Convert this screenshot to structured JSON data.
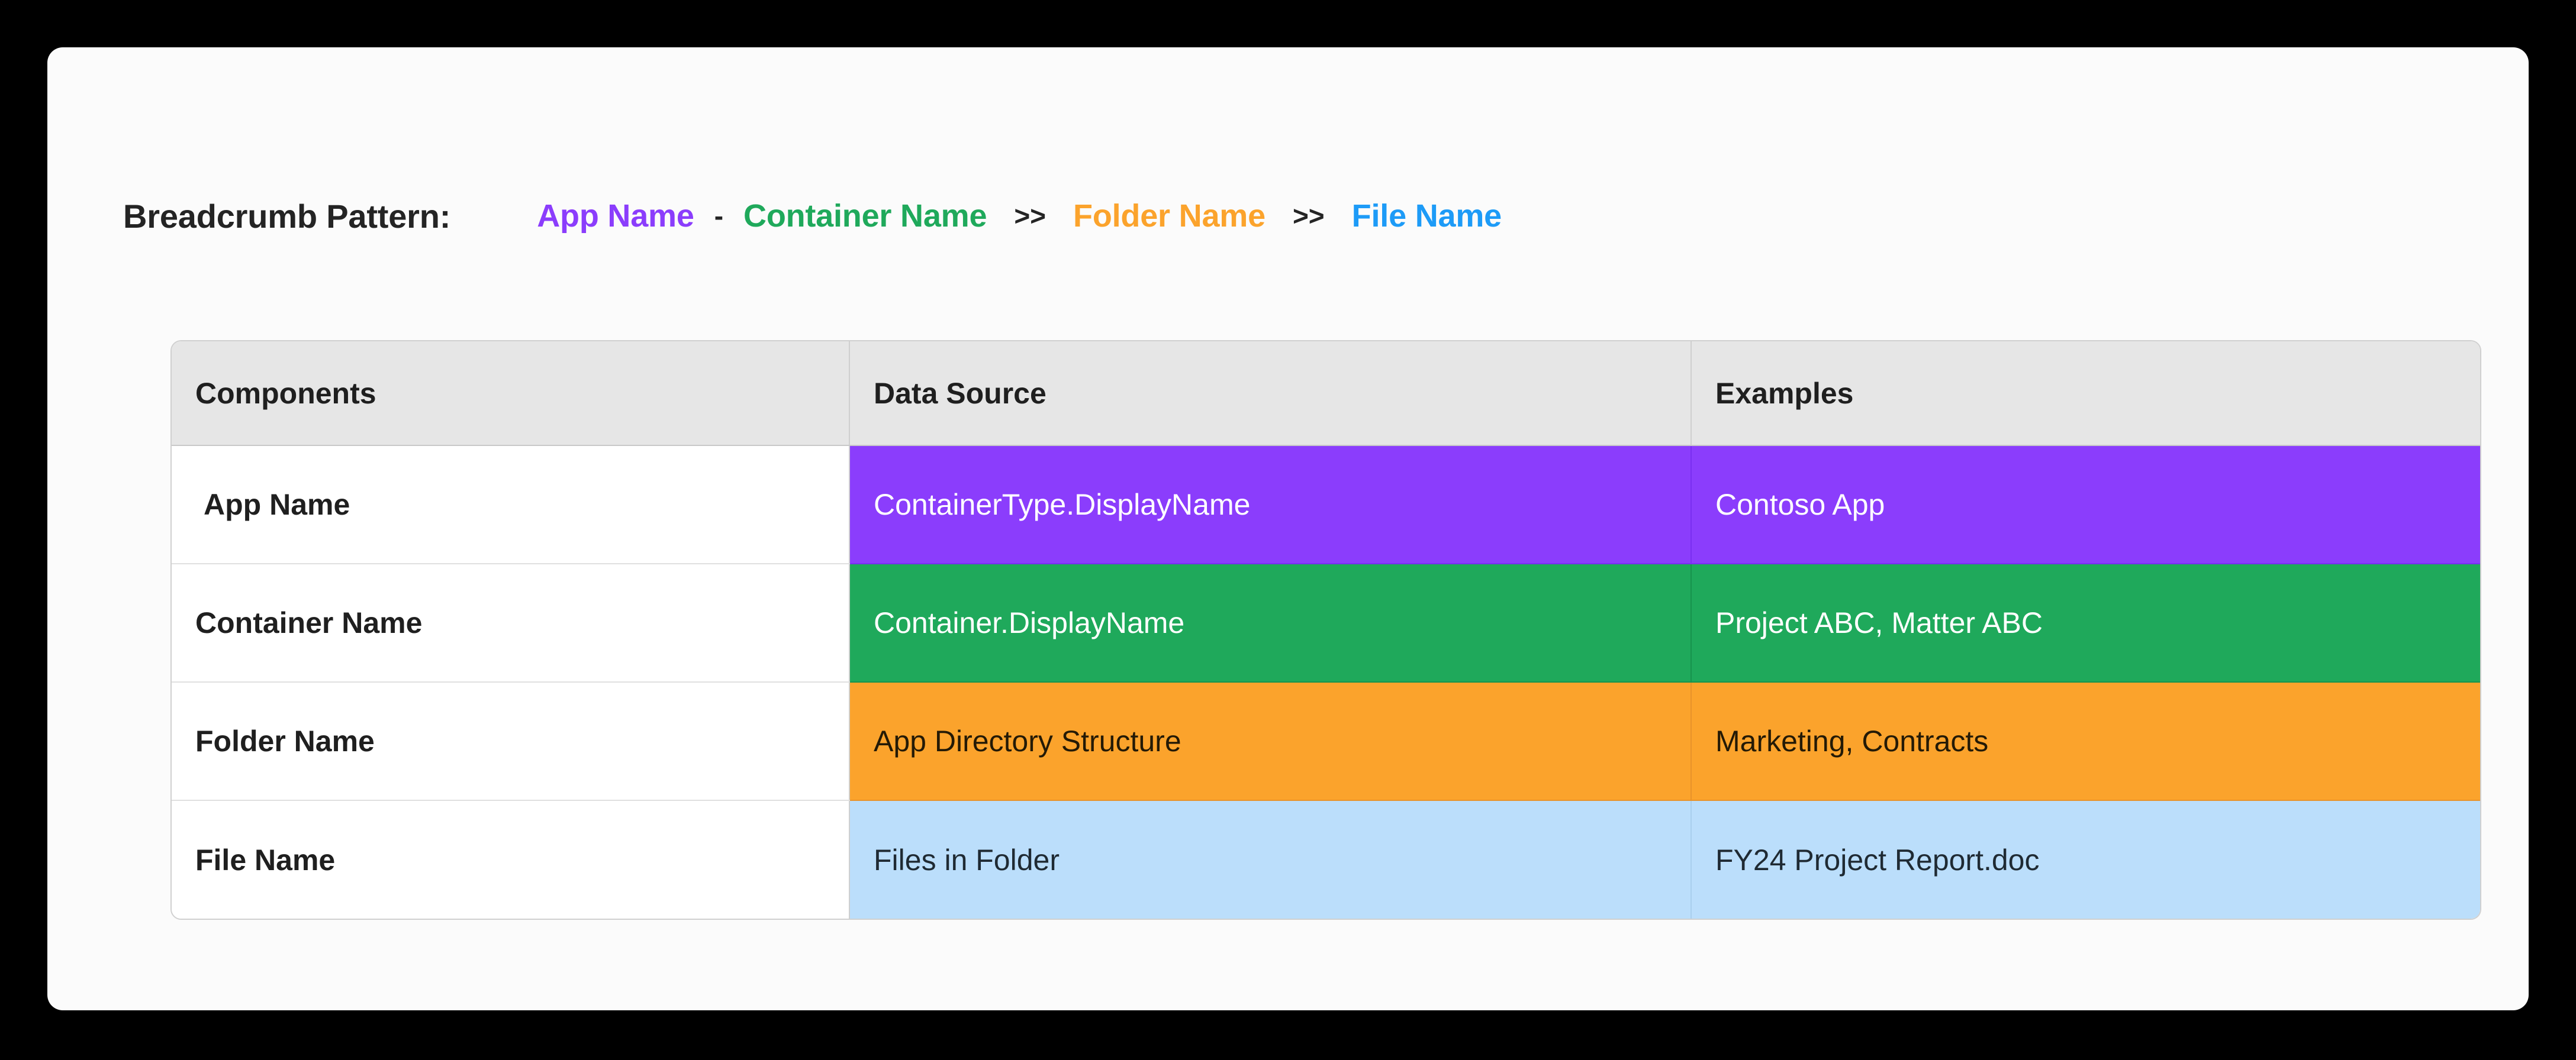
{
  "card": {
    "background_color": "#fbfbfb"
  },
  "header": {
    "title": "Breadcrumb Pattern:",
    "crumbs": [
      {
        "label": "App Name",
        "color": "#8b3dfc"
      },
      {
        "label": "Container Name",
        "color": "#1fa95b"
      },
      {
        "label": "Folder Name",
        "color": "#fba32c"
      },
      {
        "label": "File Name",
        "color": "#1d9bf7"
      }
    ],
    "separators": {
      "dash": "-",
      "chevron": ">>"
    }
  },
  "table": {
    "columns": [
      "Components",
      "Data Source",
      "Examples"
    ],
    "rows": [
      {
        "component": "App Name",
        "data_source": "ContainerType.DisplayName",
        "examples": "Contoso App",
        "accent_color": "#8b3dfc",
        "text_color": "#ffffff"
      },
      {
        "component": "Container Name",
        "data_source": "Container.DisplayName",
        "examples": "Project ABC, Matter ABC",
        "accent_color": "#1fa95b",
        "text_color": "#ffffff"
      },
      {
        "component": "Folder Name",
        "data_source": "App Directory Structure",
        "examples": "Marketing, Contracts",
        "accent_color": "#fba32c",
        "text_color": "#241a06"
      },
      {
        "component": "File Name",
        "data_source": "Files in Folder",
        "examples": "FY24 Project Report.doc",
        "accent_color": "#bbdefb",
        "text_color": "#1f2a33"
      }
    ]
  }
}
